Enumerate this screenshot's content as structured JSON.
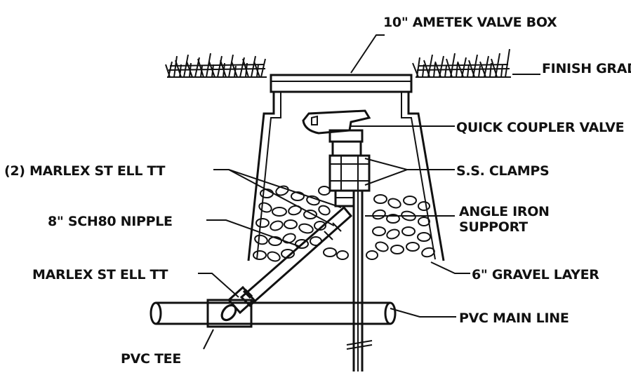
{
  "diagram": {
    "labels": {
      "valve_box": "10\" AMETEK VALVE BOX",
      "finish_grade": "FINISH GRADE",
      "quick_coupler": "QUICK COUPLER VALVE",
      "clamps": "S.S. CLAMPS",
      "marlex_ell_2": "(2) MARLEX ST ELL TT",
      "angle_iron_1": "ANGLE IRON",
      "angle_iron_2": "SUPPORT",
      "nipple": "8\" SCH80 NIPPLE",
      "gravel": "6\" GRAVEL LAYER",
      "marlex_ell": "MARLEX ST ELL TT",
      "main_line": "PVC MAIN LINE",
      "tee": "PVC TEE"
    }
  }
}
